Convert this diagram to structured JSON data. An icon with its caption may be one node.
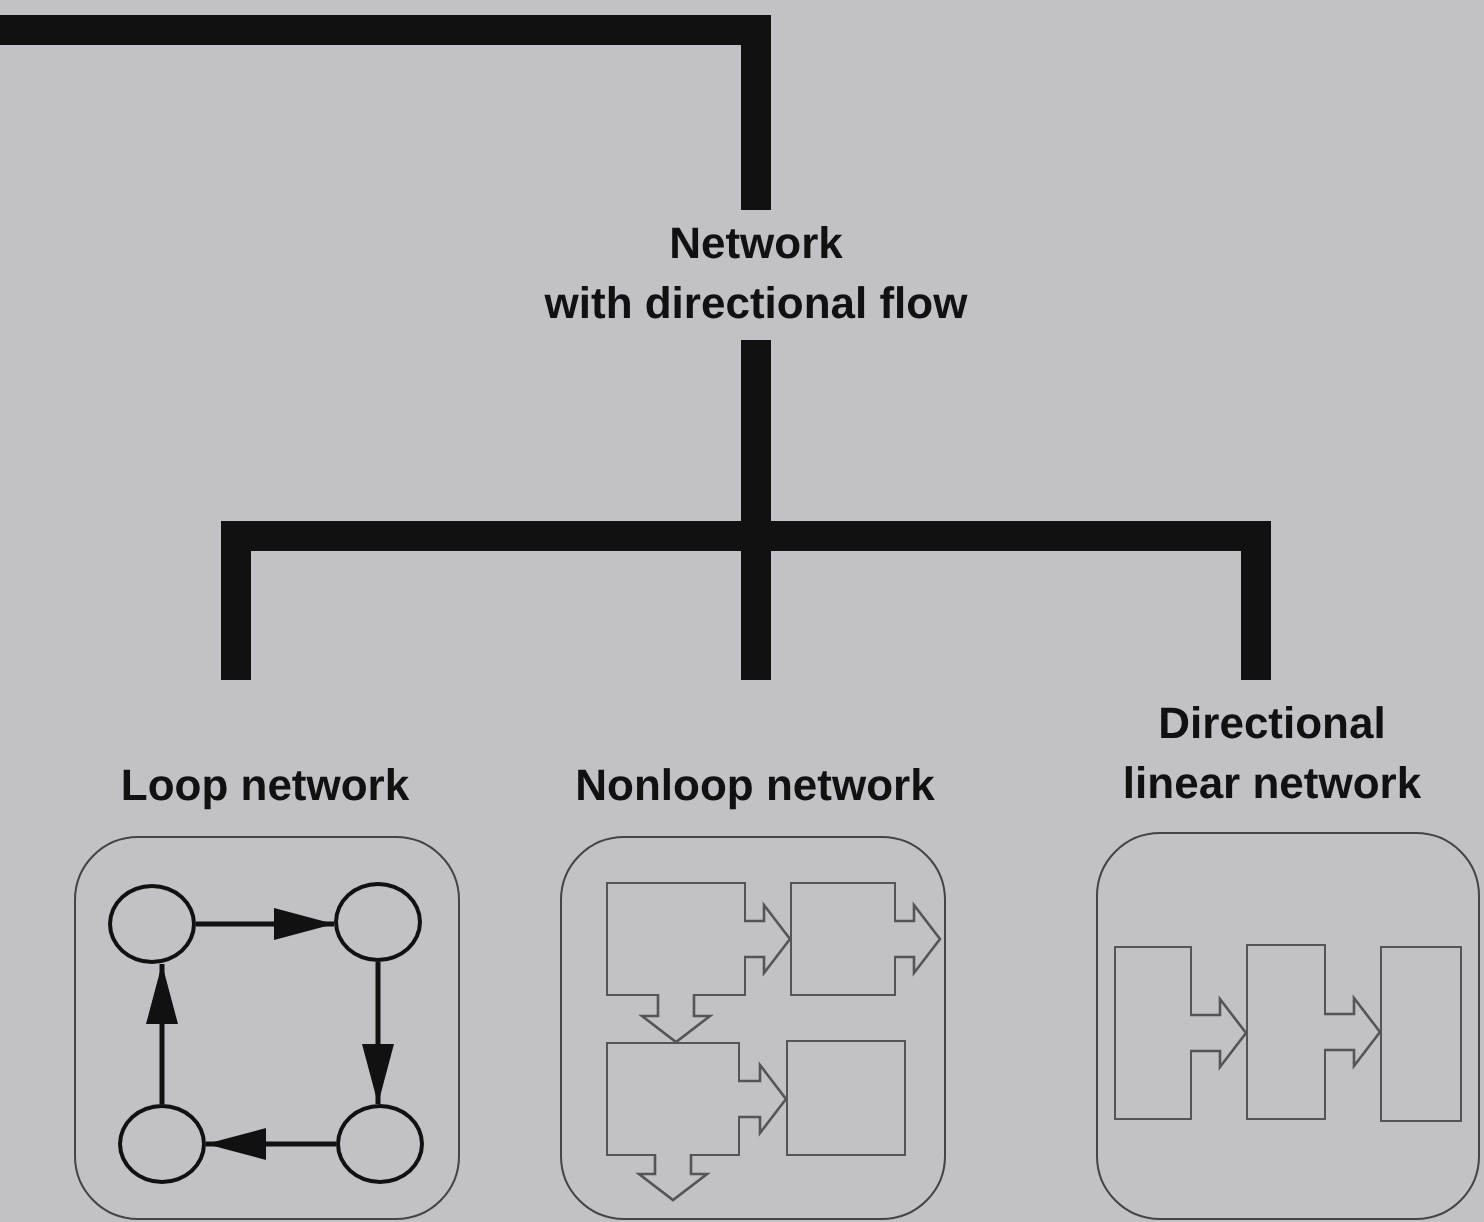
{
  "diagram": {
    "nodes": [
      {
        "text": [
          "Network with directional flow"
        ]
      },
      {
        "text": [
          "Loop network"
        ]
      },
      {
        "text": [
          "Nonloop network"
        ]
      },
      {
        "text": [
          "Directional linear network"
        ]
      },
      {
        "text": [],
        "shape": "circle",
        "in": 1
      },
      {
        "text": [],
        "shape": "circle",
        "in": 1
      },
      {
        "text": [],
        "shape": "circle",
        "in": 1
      },
      {
        "text": [],
        "shape": "circle",
        "in": 1
      },
      {
        "text": [],
        "shape": "box",
        "in": 2
      },
      {
        "text": [],
        "shape": "box",
        "in": 2
      },
      {
        "text": [],
        "shape": "box",
        "in": 2
      },
      {
        "text": [],
        "shape": "box",
        "in": 2
      },
      {
        "text": [],
        "shape": "box",
        "in": 3
      },
      {
        "text": [],
        "shape": "box",
        "in": 3
      },
      {
        "text": [],
        "shape": "box",
        "in": 3
      }
    ],
    "edges": [
      {
        "from": null,
        "to": 0,
        "arrow": "none",
        "style": "thick"
      },
      {
        "from": 0,
        "to": 1,
        "arrow": "none",
        "style": "thick"
      },
      {
        "from": 0,
        "to": 2,
        "arrow": "none",
        "style": "thick"
      },
      {
        "from": 0,
        "to": 3,
        "arrow": "none",
        "style": "thick"
      },
      {
        "from": 4,
        "to": 5,
        "arrow": "to"
      },
      {
        "from": 5,
        "to": 7,
        "arrow": "to"
      },
      {
        "from": 7,
        "to": 6,
        "arrow": "to"
      },
      {
        "from": 6,
        "to": 4,
        "arrow": "to"
      },
      {
        "from": 8,
        "to": 9,
        "arrow": "to"
      },
      {
        "from": 8,
        "to": 10,
        "arrow": "to"
      },
      {
        "from": 9,
        "to": null,
        "arrow": "to"
      },
      {
        "from": 10,
        "to": 11,
        "arrow": "to"
      },
      {
        "from": 10,
        "to": null,
        "arrow": "to"
      },
      {
        "from": 12,
        "to": 13,
        "arrow": "to"
      },
      {
        "from": 13,
        "to": 14,
        "arrow": "to"
      }
    ]
  }
}
